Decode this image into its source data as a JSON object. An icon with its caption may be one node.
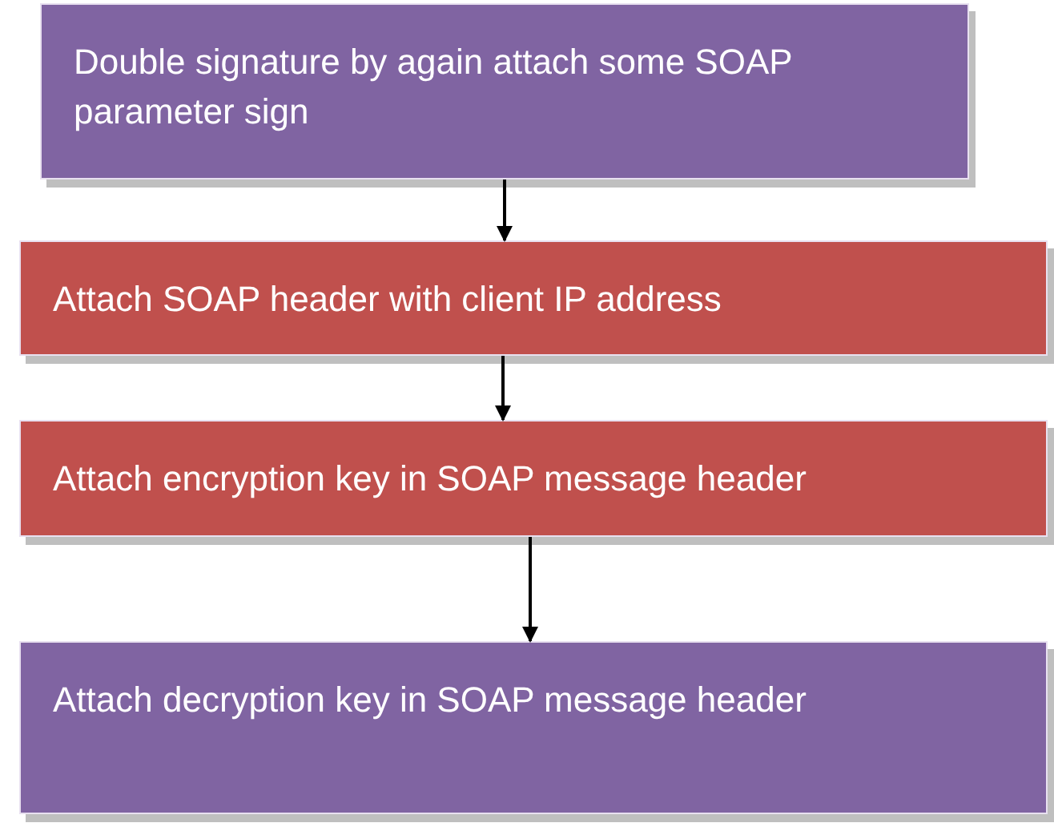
{
  "diagram": {
    "nodes": [
      {
        "text": [
          "Double signature by again attach some SOAP parameter sign"
        ]
      },
      {
        "text": [
          "Attach SOAP header with client IP address"
        ]
      },
      {
        "text": [
          "Attach encryption key in SOAP message header"
        ]
      },
      {
        "text": [
          "Attach decryption key in SOAP message header"
        ]
      }
    ],
    "edges": [
      {
        "from": 0,
        "to": 1,
        "arrow": "to"
      },
      {
        "from": 1,
        "to": 2,
        "arrow": "to"
      },
      {
        "from": 2,
        "to": 3,
        "arrow": "to"
      }
    ]
  }
}
